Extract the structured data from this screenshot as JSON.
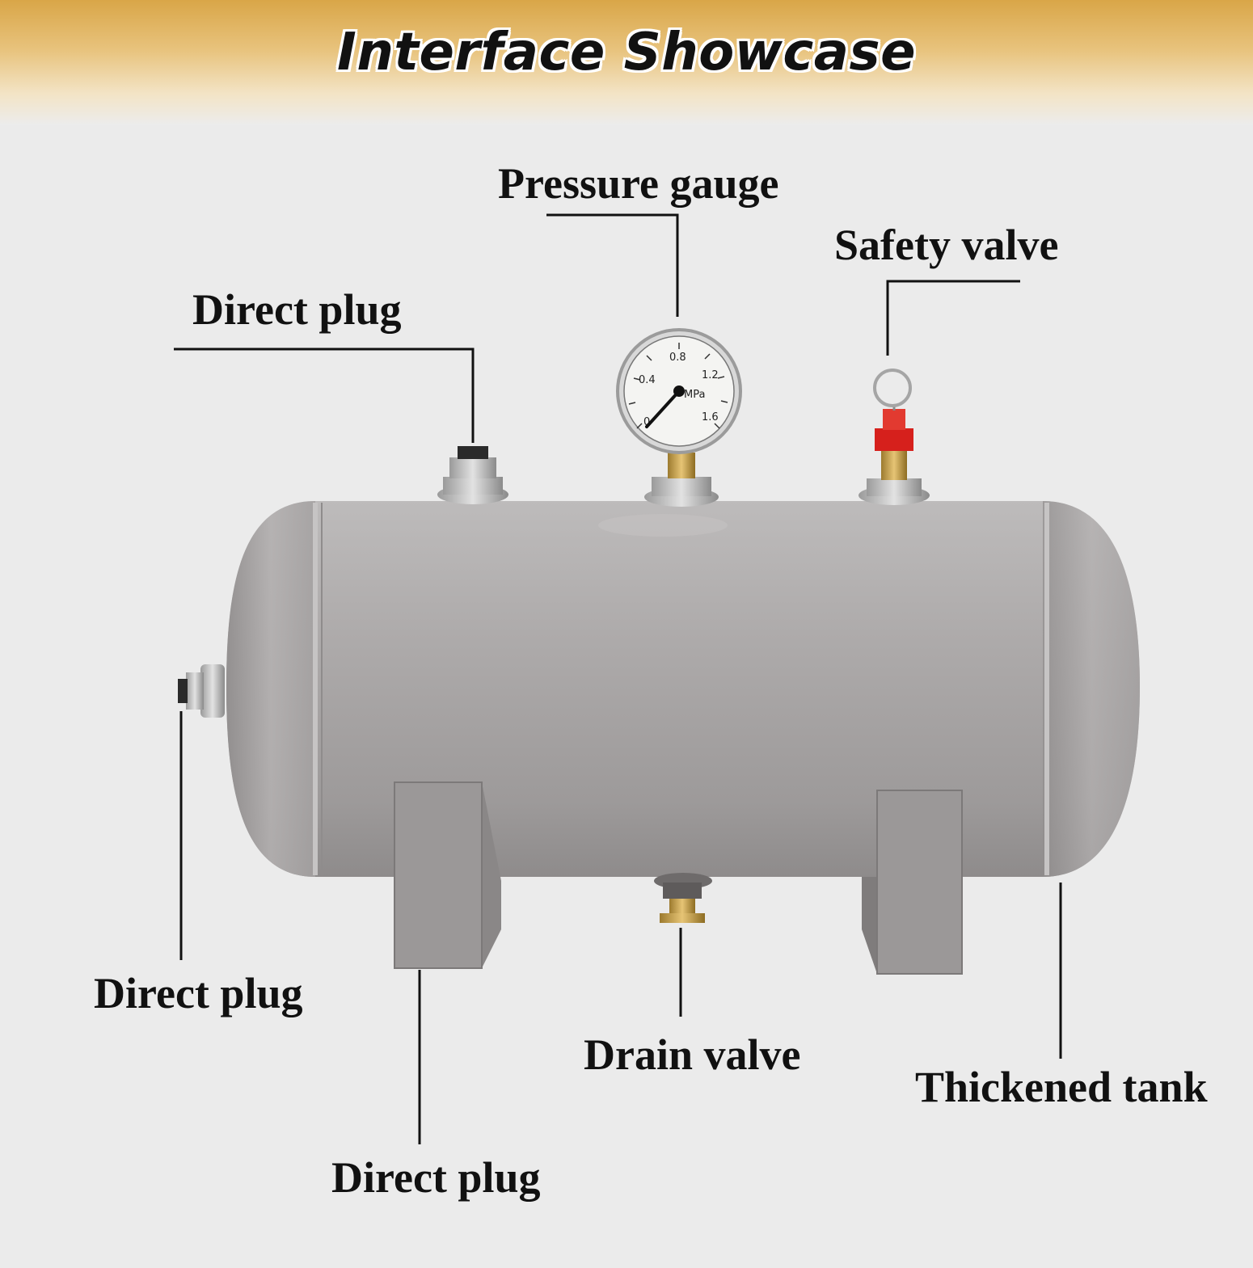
{
  "header": {
    "title": "Interface Showcase"
  },
  "labels": {
    "pressure_gauge": "Pressure gauge",
    "safety_valve": "Safety valve",
    "direct_plug_top": "Direct plug",
    "direct_plug_left": "Direct plug",
    "direct_plug_bottom": "Direct plug",
    "drain_valve": "Drain valve",
    "thickened_tank": "Thickened tank"
  },
  "gauge": {
    "ticks": [
      "0",
      "0.4",
      "0.8",
      "1.2",
      "1.6"
    ],
    "unit": "MPa"
  },
  "colors": {
    "tank": "#a9a6a6",
    "valve_red": "#d6201c",
    "brass": "#c9a14a",
    "header_gold": "#d9a648"
  }
}
